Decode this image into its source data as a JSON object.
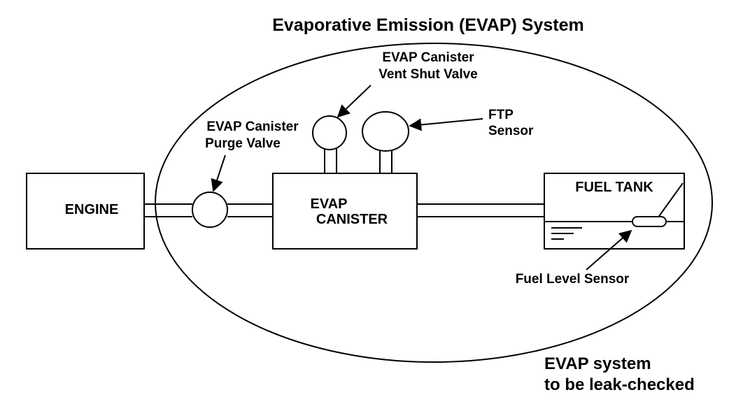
{
  "title": "Evaporative Emission (EVAP) System",
  "components": {
    "engine": "ENGINE",
    "canister_line1": "EVAP",
    "canister_line2": "CANISTER",
    "fuel_tank": "FUEL TANK"
  },
  "callouts": {
    "vent_valve_line1": "EVAP Canister",
    "vent_valve_line2": "Vent Shut Valve",
    "ftp_line1": "FTP",
    "ftp_line2": "Sensor",
    "purge_line1": "EVAP Canister",
    "purge_line2": "Purge Valve",
    "fuel_level": "Fuel Level Sensor"
  },
  "note": {
    "line1": "EVAP system",
    "line2": "to be leak-checked"
  }
}
